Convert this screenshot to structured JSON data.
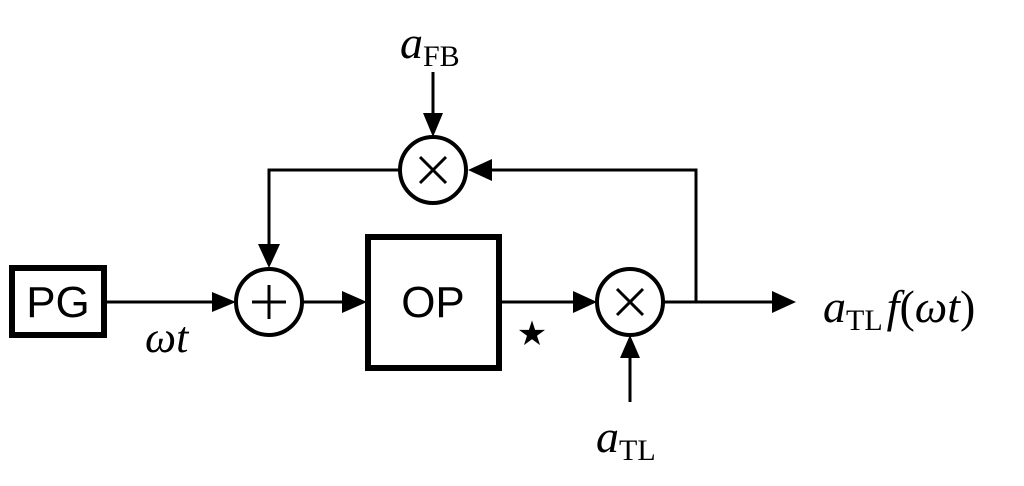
{
  "blocks": {
    "pg": {
      "label": "PG"
    },
    "op": {
      "label": "OP"
    },
    "adder": {
      "symbol": "+"
    },
    "mult_fb": {
      "symbol": "×"
    },
    "mult_tl": {
      "symbol": "×"
    }
  },
  "labels": {
    "omega_t": {
      "main": "ωt"
    },
    "a_fb": {
      "var": "a",
      "sub": "FB"
    },
    "a_tl": {
      "var": "a",
      "sub": "TL"
    },
    "output": {
      "var": "a",
      "sub": "TL",
      "func": "f",
      "paren_open": "(",
      "arg": "ωt",
      "paren_close": ")"
    },
    "star": "★"
  },
  "colors": {
    "stroke": "#000000",
    "background": "#ffffff"
  }
}
